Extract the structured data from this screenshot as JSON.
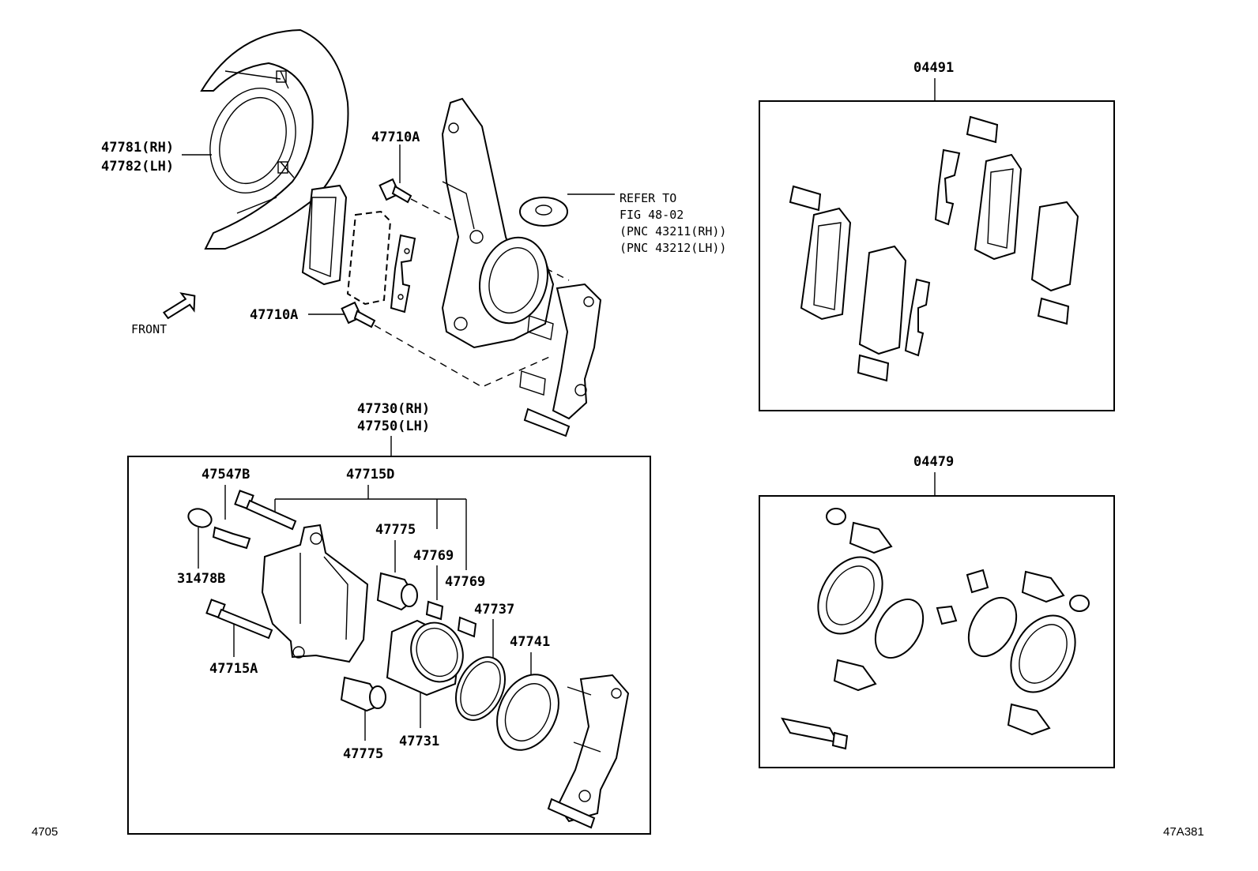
{
  "labels": {
    "shield_rh": "47781(RH)",
    "shield_lh": "47782(LH)",
    "bolt_upper": "47710A",
    "bolt_lower": "47710A",
    "front": "FRONT",
    "refer_1": "REFER TO",
    "refer_2": "FIG 48-02",
    "refer_3": "(PNC 43211(RH))",
    "refer_4": "(PNC 43212(LH))",
    "pad_kit": "04491",
    "seal_kit": "04479",
    "caliper_rh": "47730(RH)",
    "caliper_lh": "47750(LH)",
    "pin_bolt_d": "47715D",
    "bleeder": "47547B",
    "bleeder_cap": "31478B",
    "pin_bolt_a": "47715A",
    "boot_upper": "47775",
    "boot_lower": "47775",
    "bushing_1": "47769",
    "bushing_2": "47769",
    "seal_ring": "47737",
    "dust_boot": "47741",
    "piston": "47731",
    "fig_left": "4705",
    "fig_right": "47A381"
  },
  "icons": {
    "front_arrow": "arrow-front-icon",
    "grease_tube": "grease-tube-icon"
  }
}
